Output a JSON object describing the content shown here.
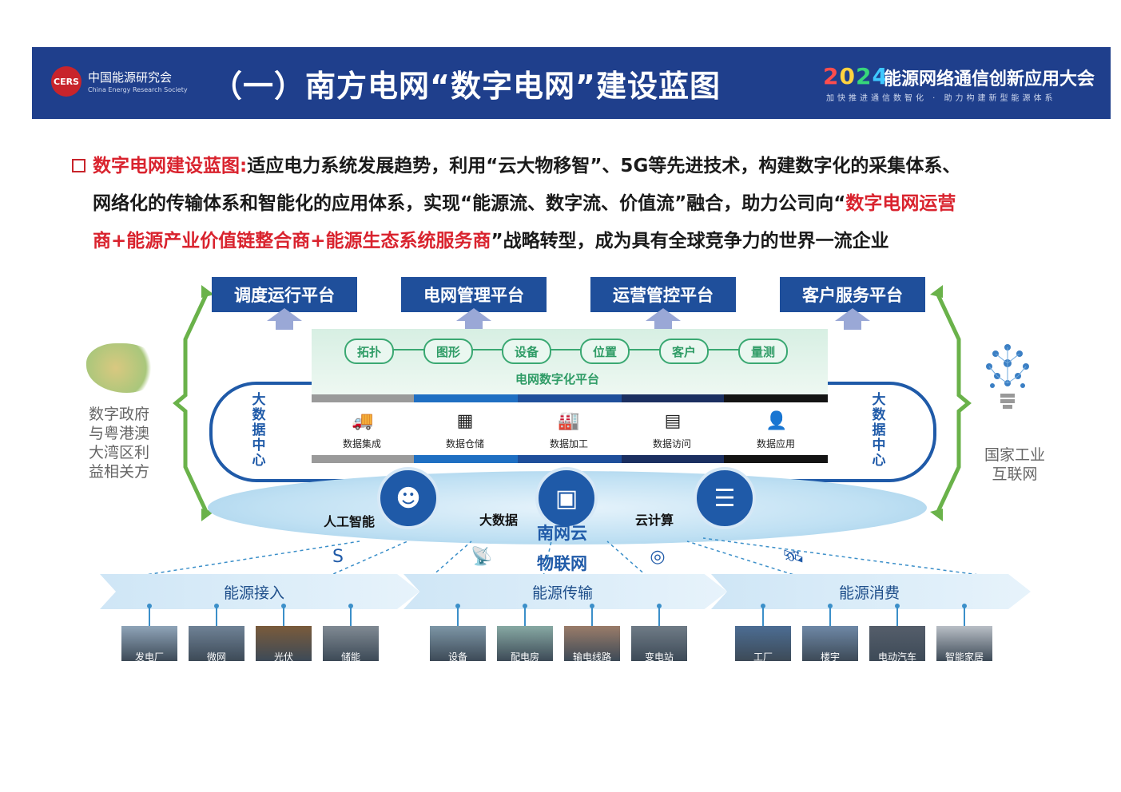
{
  "header": {
    "org_logo_text": "CERS",
    "org_name_cn": "中国能源研究会",
    "org_name_en": "China Energy Research Society",
    "title": "（一）南方电网“数字电网”建设蓝图",
    "conference_year_digits": [
      "2",
      "0",
      "2",
      "4"
    ],
    "conference_name": "能源网络通信创新应用大会",
    "conference_subtitle": "加快推进通信数智化 · 助力构建新型能源体系"
  },
  "intro": {
    "label": "数字电网建设蓝图:",
    "line1": "适应电力系统发展趋势，利用“云大物移智”、5G等先进技术，构建数字化的采集体系、",
    "line2_dark": "网络化的传输体系和智能化的应用体系，实现“能源流、数字流、价值流”融合，助力公司向“",
    "line2_red": "数字电网运营",
    "line3_red": "商+能源产业价值链整合商+能源生态系统服务商",
    "line3_dark": "”战略转型，成为具有全球竞争力的世界一流企业"
  },
  "platforms": [
    "调度运行平台",
    "电网管理平台",
    "运营管控平台",
    "客户服务平台"
  ],
  "digital_platform": {
    "nodes": [
      "拓扑",
      "图形",
      "设备",
      "位置",
      "客户",
      "量测"
    ],
    "label": "电网数字化平台"
  },
  "big_data_center": {
    "side_label": "大数据中心",
    "functions": [
      {
        "icon": "truck-icon",
        "label": "数据集成"
      },
      {
        "icon": "warehouse-icon",
        "label": "数据仓储"
      },
      {
        "icon": "factory-icon",
        "label": "数据加工"
      },
      {
        "icon": "server-icon",
        "label": "数据访问"
      },
      {
        "icon": "user-app-icon",
        "label": "数据应用"
      }
    ]
  },
  "cloud": {
    "technologies": [
      "人工智能",
      "大数据",
      "云计算"
    ],
    "name": "南网云",
    "iot": "物联网"
  },
  "left_side_text": [
    "数字政府",
    "与粤港澳",
    "大湾区利",
    "益相关方"
  ],
  "right_side_text": [
    "国家工业",
    "互联网"
  ],
  "energy": [
    {
      "label": "能源接入",
      "items": [
        "发电厂",
        "微网",
        "光伏",
        "储能"
      ]
    },
    {
      "label": "能源传输",
      "items": [
        "设备",
        "配电房",
        "输电线路",
        "变电站"
      ]
    },
    {
      "label": "能源消费",
      "items": [
        "工厂",
        "楼宇",
        "电动汽车",
        "智能家居"
      ]
    }
  ],
  "colors": {
    "header_bg": "#1f3f8c",
    "accent_red": "#d9232e",
    "platform_blue": "#1f4f9b",
    "digital_green": "#3aa872"
  }
}
